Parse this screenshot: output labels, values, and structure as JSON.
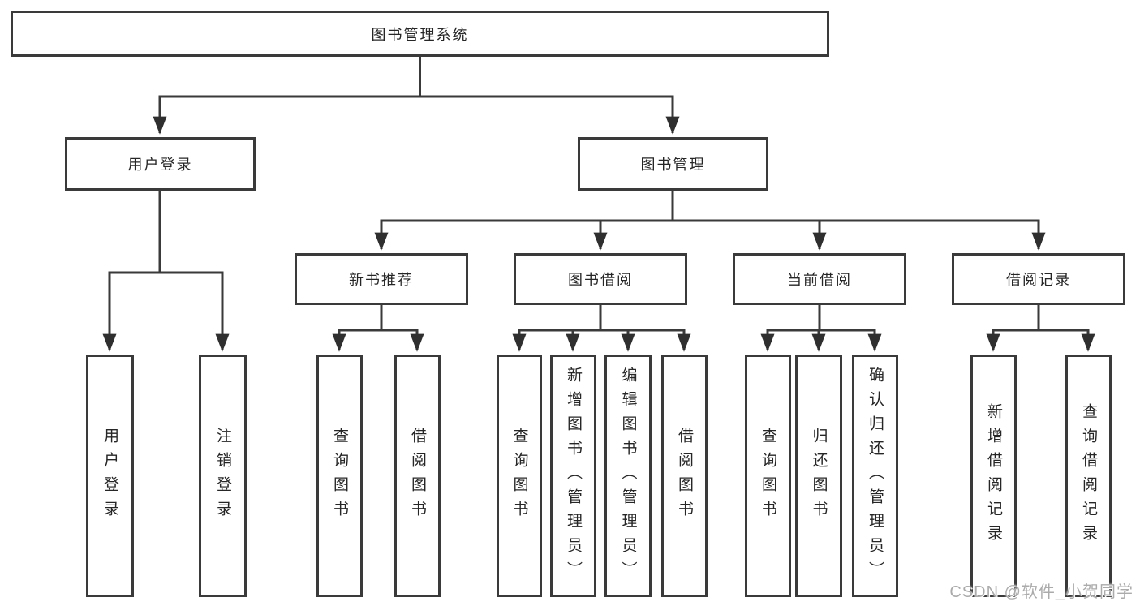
{
  "diagram": {
    "root": {
      "label": "图书管理系统"
    },
    "level2": [
      {
        "label": "用户登录"
      },
      {
        "label": "图书管理"
      }
    ],
    "level3": [
      {
        "label": "新书推荐",
        "parent": "图书管理"
      },
      {
        "label": "图书借阅",
        "parent": "图书管理"
      },
      {
        "label": "当前借阅",
        "parent": "图书管理"
      },
      {
        "label": "借阅记录",
        "parent": "图书管理"
      }
    ],
    "leaves": [
      {
        "label": "用户登录",
        "parent": "用户登录"
      },
      {
        "label": "注销登录",
        "parent": "用户登录"
      },
      {
        "label": "查询图书",
        "parent": "新书推荐"
      },
      {
        "label": "借阅图书",
        "parent": "新书推荐"
      },
      {
        "label": "查询图书",
        "parent": "图书借阅"
      },
      {
        "label": "新增图书（管理员）",
        "parent": "图书借阅"
      },
      {
        "label": "编辑图书（管理员）",
        "parent": "图书借阅"
      },
      {
        "label": "借阅图书",
        "parent": "图书借阅"
      },
      {
        "label": "查询图书",
        "parent": "当前借阅"
      },
      {
        "label": "归还图书",
        "parent": "当前借阅"
      },
      {
        "label": "确认归还（管理员）",
        "parent": "当前借阅"
      },
      {
        "label": "新增借阅记录",
        "parent": "借阅记录"
      },
      {
        "label": "查询借阅记录",
        "parent": "借阅记录"
      }
    ]
  },
  "watermark": {
    "text": "CSDN @软件_小贺同学"
  },
  "colors": {
    "line": "#3a3a3a",
    "text": "#262626",
    "background": "#ffffff",
    "watermark": "#ababab"
  }
}
